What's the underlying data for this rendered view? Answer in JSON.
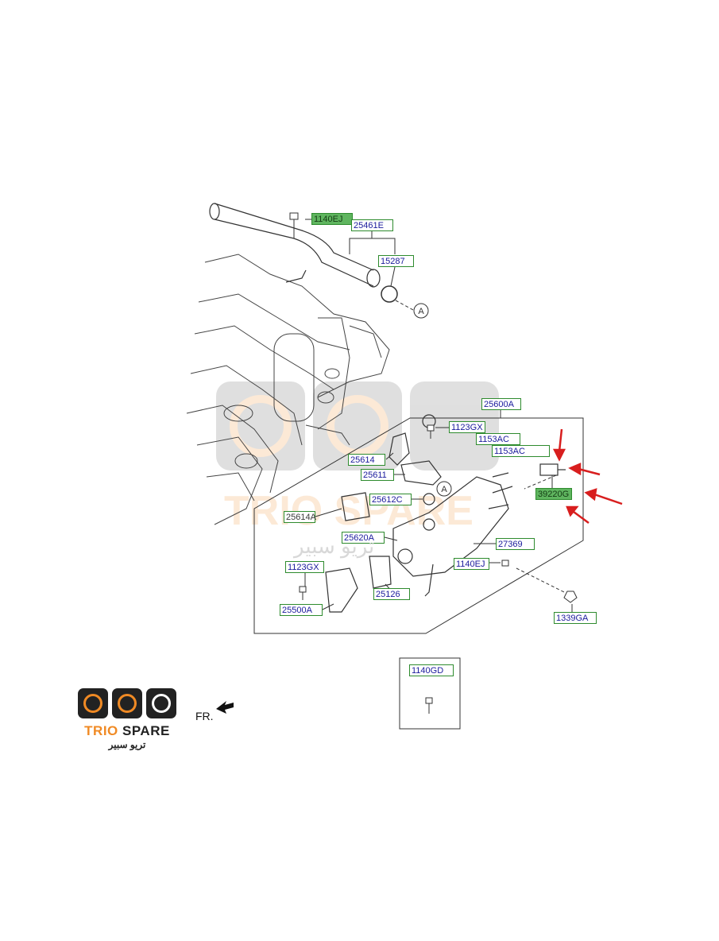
{
  "labels": {
    "l1140EJ_top": "1140EJ",
    "l25461E": "25461E",
    "l15287": "15287",
    "l25600A": "25600A",
    "l1123GX_top": "1123GX",
    "l1153AC_a": "1153AC",
    "l1153AC_b": "1153AC",
    "l25614": "25614",
    "l25611": "25611",
    "l39220G": "39220G",
    "l25612C": "25612C",
    "l25614A": "25614A",
    "l25620A": "25620A",
    "l27369": "27369",
    "l1123GX_bot": "1123GX",
    "l1140EJ_bot": "1140EJ",
    "l25126": "25126",
    "l25500A": "25500A",
    "l1339GA": "1339GA",
    "l1140GD": "1140GD"
  },
  "callouts": {
    "a_top": "A",
    "a_mid": "A"
  },
  "direction_label": "FR.",
  "logo": {
    "name_left": "TRIO",
    "name_right": "SPARE",
    "arabic": "تريو سبير",
    "accent_color": "#f08a24",
    "dark_color": "#222222"
  },
  "watermark": {
    "text": "TRIO SPARE",
    "arabic": "تريو سبير"
  },
  "colors": {
    "label_border": "#2e8b2e",
    "label_text": "#1a1a9c",
    "highlight_fill": "#5fb55f",
    "arrow": "#d81e1e",
    "line": "#333333"
  },
  "icons": [
    "bolt-icon",
    "pointer-arrow-icon",
    "front-direction-arrow-icon",
    "callout-circle-icon"
  ]
}
